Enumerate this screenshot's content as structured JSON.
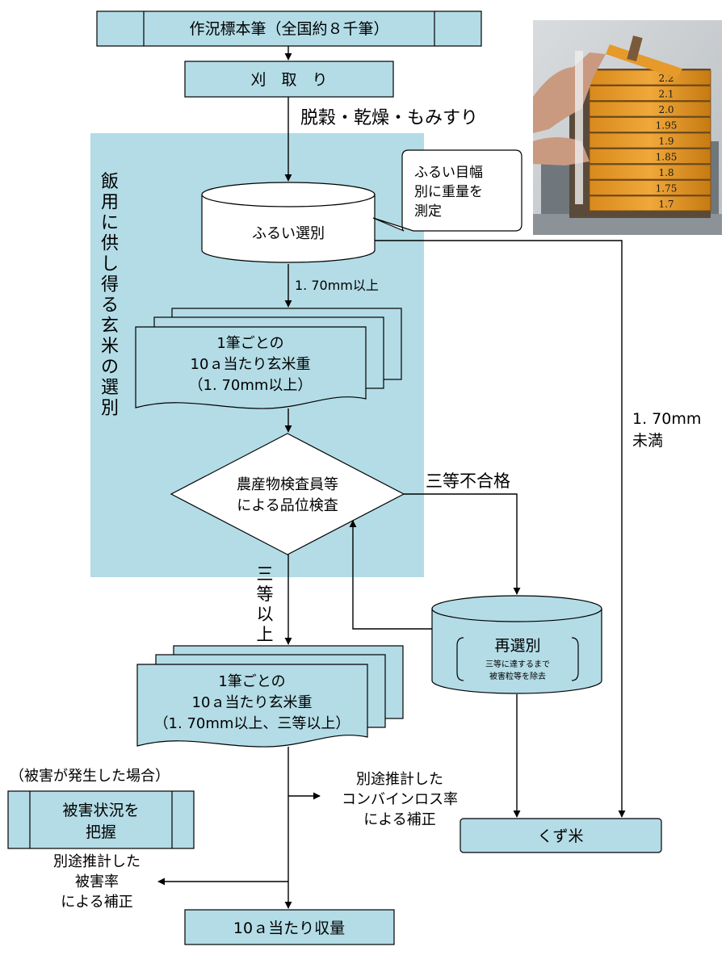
{
  "colors": {
    "box_fill": "#b3dce6",
    "region_fill": "#b3dce6",
    "stroke": "#000000"
  },
  "top_box": "作況標本筆（全国約８千筆）",
  "harvest_box": "刈　取　り",
  "process_label": "脱穀・乾燥・もみすり",
  "region_label": "飯用に供し得る玄米の選別",
  "sieve_drum": "ふるい選別",
  "sieve_callout": [
    "ふるい目幅",
    "別に重量を",
    "測定"
  ],
  "above_170_label": "1. 70mm以上",
  "doc1_lines": [
    "1筆ごとの",
    "10ａ当たり玄米重",
    "（1. 70mm以上）"
  ],
  "inspection_lines": [
    "農産物検査員等",
    "による品位検査"
  ],
  "fail_label": "三等不合格",
  "pass_label": [
    "三",
    "等",
    "以",
    "上"
  ],
  "below_170_label": [
    "1. 70mm",
    "未満"
  ],
  "reselect_title": "再選別",
  "reselect_note": [
    "三等に達するまで",
    "被害粒等を除去"
  ],
  "doc2_lines": [
    "1筆ごとの",
    "10ａ当たり玄米重",
    "（1. 70mm以上、三等以上）"
  ],
  "damage_header": "（被害が発生した場合）",
  "damage_box": [
    "被害状況を",
    "把握"
  ],
  "damage_correction": [
    "別途推計した",
    "被害率",
    "による補正"
  ],
  "combine_correction": [
    "別途推計した",
    "コンバインロス率",
    "による補正"
  ],
  "waste_box": "くず米",
  "final_box": "10ａ当たり収量",
  "photo": {
    "icon": "sieve-stack-photo",
    "sieve_sizes": [
      "2.2",
      "2.1",
      "2.0",
      "1.95",
      "1.9",
      "1.85",
      "1.8",
      "1.75",
      "1.7"
    ]
  }
}
